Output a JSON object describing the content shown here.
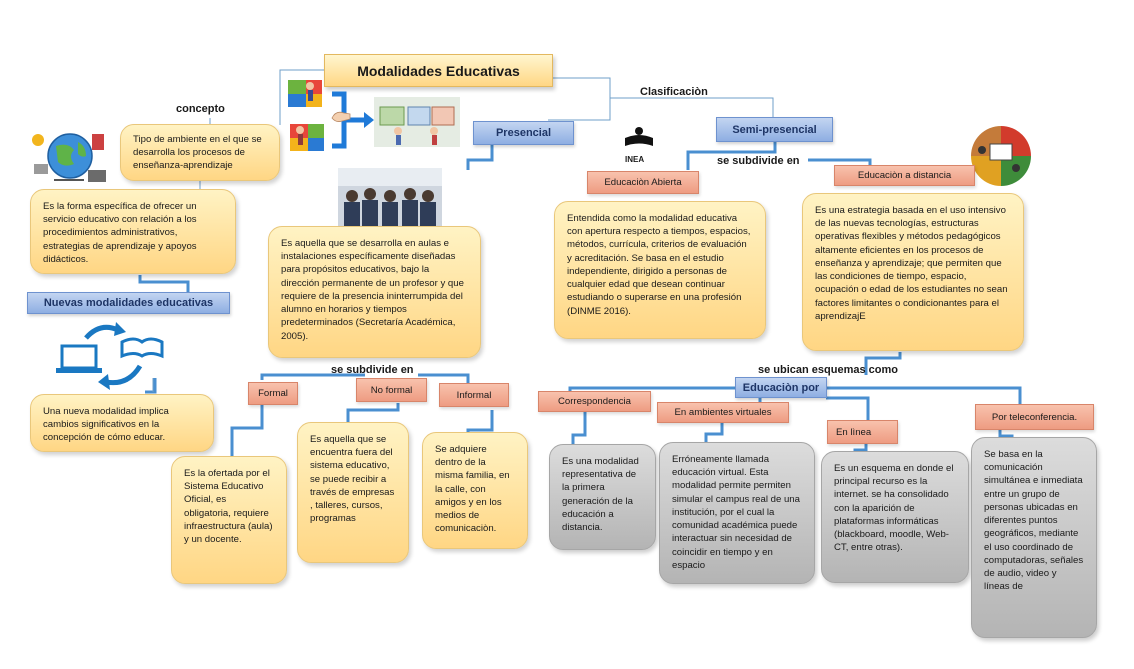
{
  "title": "Modalidades Educativas",
  "labels": {
    "concepto": "concepto",
    "clasificacion": "Clasificaciòn",
    "se_subdivide_en_1": "se subdivide en",
    "se_subdivide_en_2": "se subdivide en",
    "se_ubican": "se ubican esquemas como"
  },
  "headers": {
    "presencial": "Presencial",
    "semi_presencial": "Semi-presencial",
    "nuevas_modalidades": "Nuevas modalidades educativas",
    "educacion_por": "Educaciòn por"
  },
  "nodes": {
    "tipo_ambiente": "Tipo de ambiente en  el que se desarrolla los procesos de enseñanza-aprendizaje",
    "forma_especifica": "Es la forma específica de ofrecer un servicio educativo con relación a los procedimientos administrativos, estrategias de aprendizaje y apoyos didácticos.",
    "nueva_modalidad": "Una nueva modalidad implica cambios significativos en la concepción de cómo educar.",
    "presencial_desc": "Es aquella que se desarrolla en aulas e instalaciones específicamente diseñadas para propósitos educativos, bajo la dirección permanente de un profesor y que requiere de la presencia ininterrumpida del alumno en horarios y tiempos predeterminados (Secretaría Académica, 2005).",
    "formal_desc": "Es la ofertada por el Sistema Educativo Oficial, es obligatoria, requiere infraestructura (aula) y un docente.",
    "no_formal_desc": "Es aquella que se encuentra fuera del sistema educativo, se puede recibir a través de empresas , talleres, cursos, programas",
    "informal_desc": "Se adquiere dentro de la misma familia, en la calle, con amigos y  en los medios de comunicaciòn.",
    "abierta_desc": "Entendida como la modalidad educativa con apertura respecto a tiempos, espacios, métodos, currícula, criterios de evaluación y acreditación. Se basa en el estudio independiente, dirigido a personas de cualquier edad que desean continuar estudiando o superarse en una profesión  (DINME 2016).",
    "distancia_desc": "Es una estrategia basada en el uso intensivo de las nuevas tecnologías, estructuras operativas flexibles y métodos pedagógicos altamente eficientes en los procesos de enseñanza y aprendizaje; que permiten que las condiciones de tiempo, espacio, ocupación o edad de los estudiantes no sean factores limitantes o condicionantes para el aprendizajE",
    "correspondencia_desc": "Es una modalidad representativa de la primera generación de la educación a distancia.",
    "virtuales_desc": "Erróneamente llamada educación virtual. Esta modalidad permite permiten simular el campus real de una institución, por el cual la comunidad académica puede interactuar sin necesidad de coincidir en tiempo y en espacio",
    "linea_desc": "Es un esquema en donde el principal recurso es la internet. se ha consolidado con la aparición de plataformas informáticas (blackboard, moodle, Web-CT, entre otras).",
    "teleconferencia_desc": "Se basa en la comunicación simultánea e inmediata entre un grupo de personas ubicadas en diferentes puntos geográficos, mediante el uso coordinado de computadoras, señales de audio, video y líneas de"
  },
  "tags": {
    "formal": "Formal",
    "no_formal": "No formal",
    "informal": "Informal",
    "abierta": "Educaciòn Abierta",
    "distancia": "Educaciòn a distancia",
    "correspondencia": "Correspondencia",
    "virtuales": "En ambientes virtuales",
    "linea": "En lìnea",
    "teleconferencia": "Por teleconferencia."
  },
  "logo": {
    "inea": "INEA"
  },
  "colors": {
    "connector": "#4a8fd0",
    "yellow_box": "#ffd684",
    "gray_box": "#b4b4b4",
    "salmon_tag": "#ee9c82",
    "blue_header": "#8eaee2"
  }
}
